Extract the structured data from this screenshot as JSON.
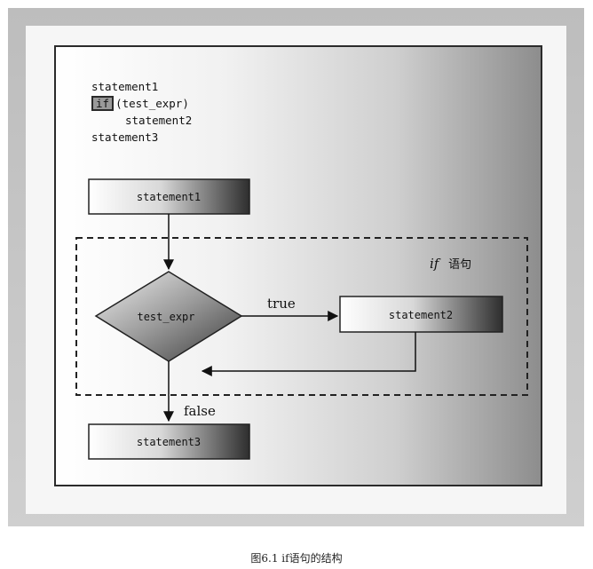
{
  "code": {
    "line1": "statement1",
    "keyword": "if",
    "line2_rest": "(test_expr)",
    "line3": "statement2",
    "line4": "statement3"
  },
  "flowchart": {
    "box_statement1": "statement1",
    "decision": "test_expr",
    "box_statement2": "statement2",
    "box_statement3": "statement3",
    "label_true": "true",
    "label_false": "false",
    "group_label_italic": "if",
    "group_label_text": "语句"
  },
  "caption": "图6.1 if语句的结构"
}
